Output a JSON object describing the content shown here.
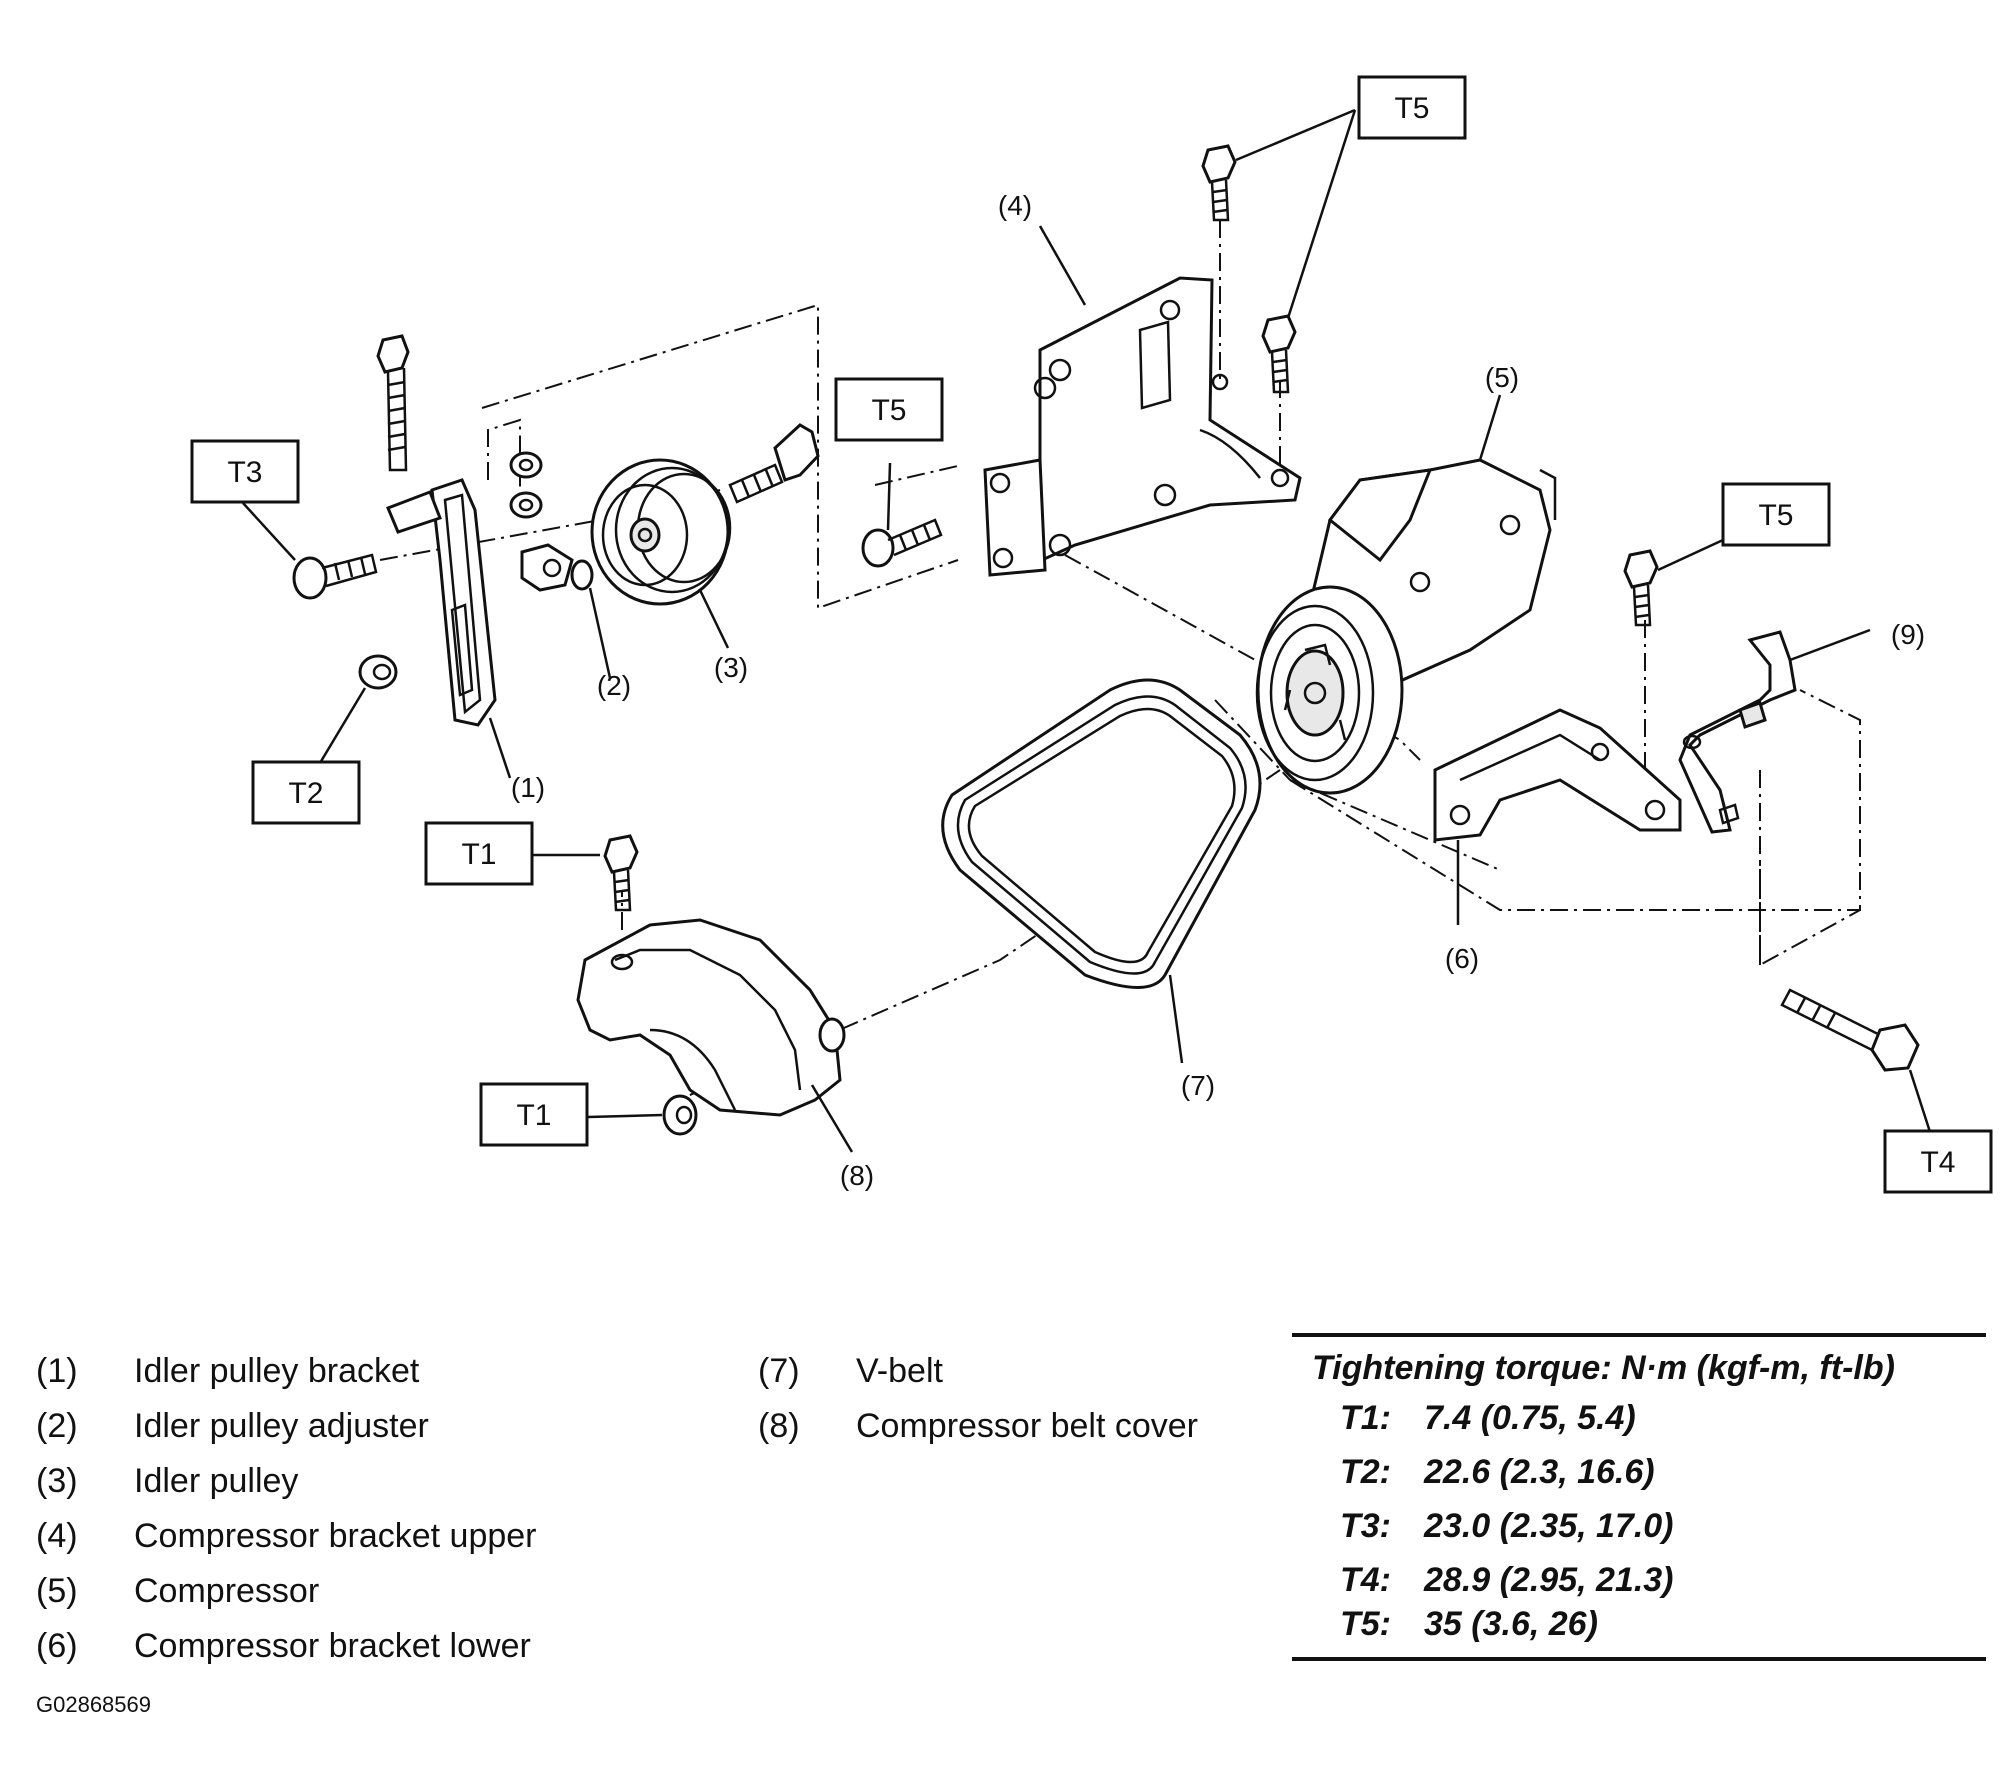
{
  "tags": {
    "t1a": "T1",
    "t1b": "T1",
    "t2": "T2",
    "t3": "T3",
    "t4": "T4",
    "t5a": "T5",
    "t5b": "T5",
    "t5c": "T5"
  },
  "callouts": {
    "c1": "(1)",
    "c2": "(2)",
    "c3": "(3)",
    "c4": "(4)",
    "c5": "(5)",
    "c6": "(6)",
    "c7": "(7)",
    "c8": "(8)",
    "c9": "(9)"
  },
  "legend": {
    "left": [
      {
        "num": "(1)",
        "label": "Idler pulley bracket"
      },
      {
        "num": "(2)",
        "label": "Idler pulley adjuster"
      },
      {
        "num": "(3)",
        "label": "Idler pulley"
      },
      {
        "num": "(4)",
        "label": "Compressor bracket upper"
      },
      {
        "num": "(5)",
        "label": "Compressor"
      },
      {
        "num": "(6)",
        "label": "Compressor bracket lower"
      }
    ],
    "right": [
      {
        "num": "(7)",
        "label": "V-belt"
      },
      {
        "num": "(8)",
        "label": "Compressor belt cover"
      }
    ]
  },
  "torque": {
    "title": "Tightening torque: N·m (kgf-m, ft-lb)",
    "rows": [
      {
        "key": "T1:",
        "value": "7.4 (0.75, 5.4)"
      },
      {
        "key": "T2:",
        "value": "22.6 (2.3, 16.6)"
      },
      {
        "key": "T3:",
        "value": "23.0 (2.35, 17.0)"
      },
      {
        "key": "T4:",
        "value": "28.9 (2.95, 21.3)"
      },
      {
        "key": "T5:",
        "value": "35 (3.6, 26)"
      }
    ]
  },
  "figure_id": "G02868569"
}
